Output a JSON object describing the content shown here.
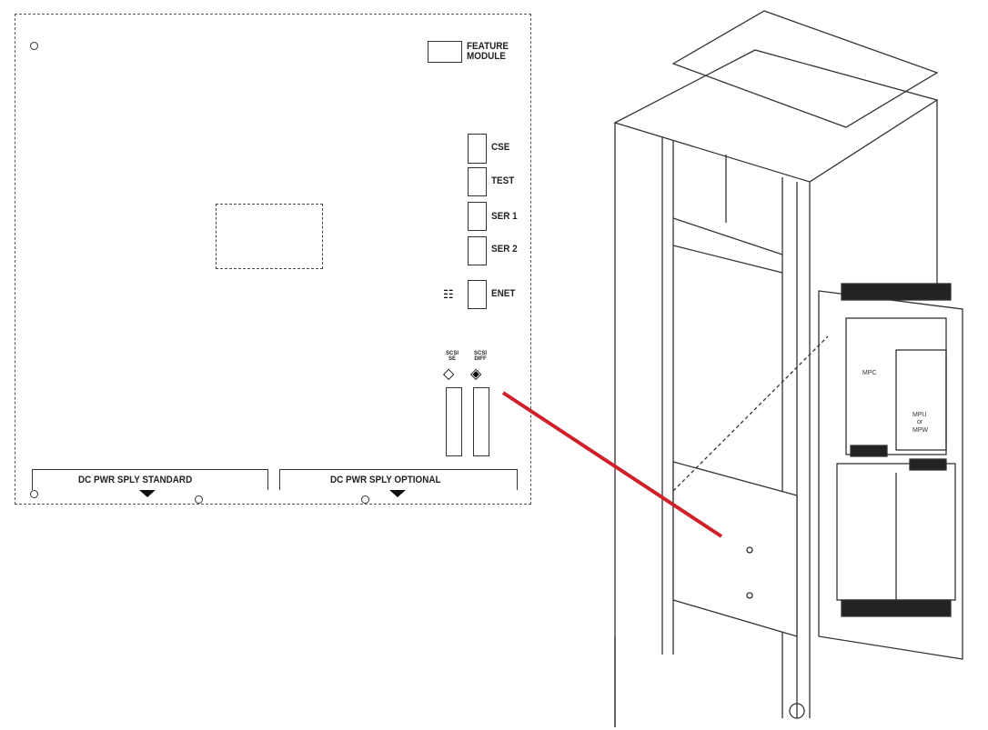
{
  "panel": {
    "feature_module": [
      "FEATURE",
      "MODULE"
    ],
    "ports": [
      "CSE",
      "TEST",
      "SER 1",
      "SER 2",
      "ENET"
    ],
    "scsi_se": [
      "SCSI",
      "SE"
    ],
    "scsi_diff": [
      "SCSI",
      "DIFF"
    ],
    "power_standard": "DC PWR SPLY STANDARD",
    "power_optional": "DC PWR SPLY OPTIONAL"
  },
  "cabinet": {
    "mpc_label": "MPC",
    "mpu_label": [
      "MPU",
      "or",
      "MPW"
    ]
  },
  "colors": {
    "callout_line": "#d0202a",
    "line": "#333333"
  }
}
